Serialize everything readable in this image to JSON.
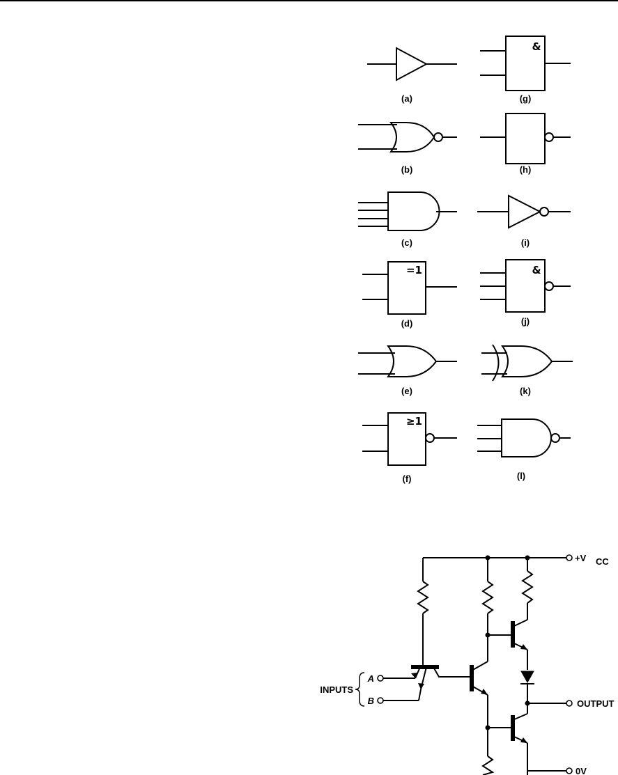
{
  "gates": {
    "a": {
      "label": "(a)",
      "icon": "buffer-gate-icon"
    },
    "b": {
      "label": "(b)",
      "icon": "nor-gate-icon"
    },
    "c": {
      "label": "(c)",
      "icon": "and-gate-4-input-icon"
    },
    "d": {
      "label": "(d)",
      "symbol": "=1",
      "icon": "iec-xor-gate-icon"
    },
    "e": {
      "label": "(e)",
      "icon": "or-gate-icon"
    },
    "f": {
      "label": "(f)",
      "symbol": "≥1",
      "icon": "iec-nor-gate-icon"
    },
    "g": {
      "label": "(g)",
      "symbol": "&",
      "icon": "iec-and-gate-icon"
    },
    "h": {
      "label": "(h)",
      "icon": "iec-not-gate-icon"
    },
    "i": {
      "label": "(i)",
      "icon": "not-gate-icon"
    },
    "j": {
      "label": "(j)",
      "symbol": "&",
      "icon": "iec-nand-gate-3-input-icon"
    },
    "k": {
      "label": "(k)",
      "icon": "xnor-gate-icon"
    },
    "l": {
      "label": "(l)",
      "icon": "nand-gate-3-input-icon"
    }
  },
  "circuit": {
    "supply_label": "+V",
    "supply_subscript": "CC",
    "ground_label": "0V",
    "output_label": "OUTPUT",
    "inputs_label": "INPUTS",
    "input_a": "A",
    "input_b": "B"
  }
}
